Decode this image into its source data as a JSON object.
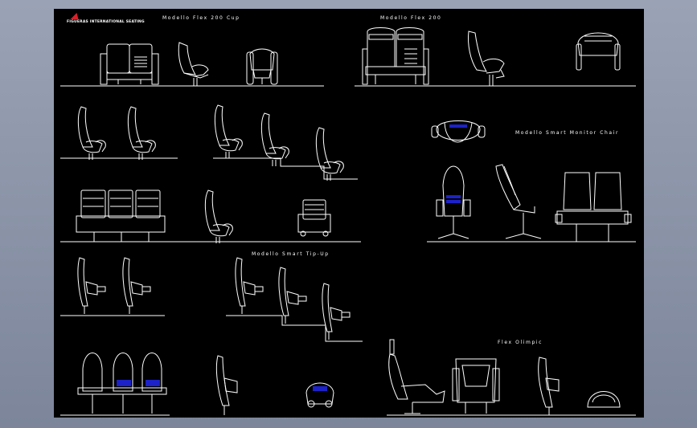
{
  "sheet": {
    "logo_text": "FIGUERAS INTERNATIONAL SEATING"
  },
  "labels": {
    "flex_200_cup": "Modello Flex 200 Cup",
    "flex_200": "Modello Flex 200",
    "smart_monitor": "Modello Smart Monitor Chair",
    "smart_tipup": "Modello Smart Tip-Up",
    "flex_olimpic": "Flex Olimpic"
  },
  "colors": {
    "line": "#ffffff",
    "accent": "#1c22c8",
    "background": "#000000",
    "frame": "#8a93a6"
  }
}
